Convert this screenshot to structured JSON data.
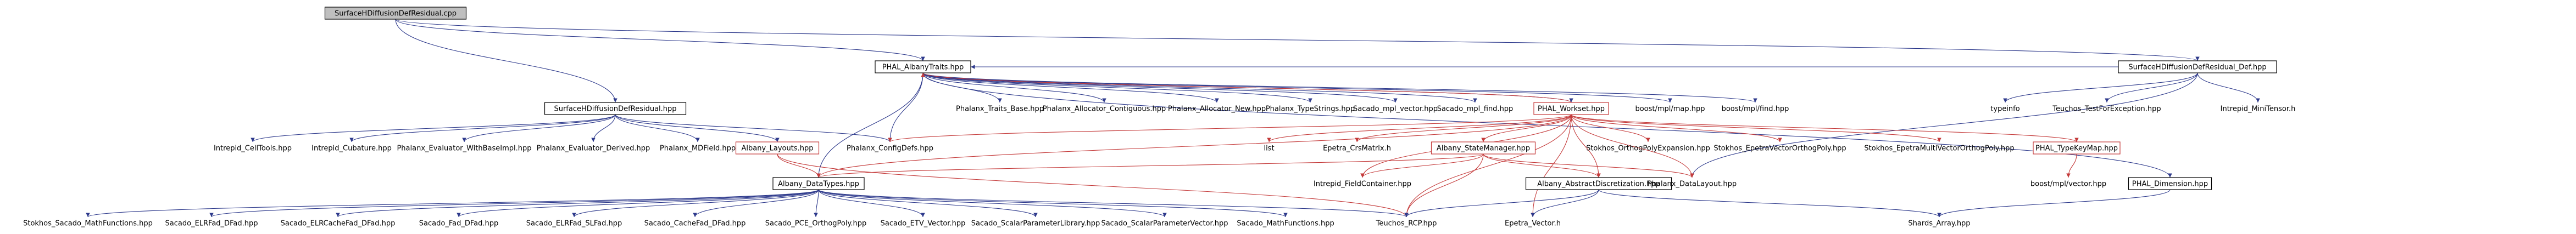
{
  "colors": {
    "edge": "#2e3a8c",
    "edge_red": "#c43a3a",
    "box_border": "#000000",
    "box_fill": "#ffffff",
    "root_fill": "#bfbfbf",
    "red_border": "#c43a3a"
  },
  "nodes": [
    {
      "id": "root",
      "label": "SurfaceHDiffusionDefResidual.cpp",
      "style": "root"
    },
    {
      "id": "phal_albany",
      "label": "PHAL_AlbanyTraits.hpp",
      "style": "normal"
    },
    {
      "id": "surf_def_hpp",
      "label": "SurfaceHDiffusionDefResidual_Def.hpp",
      "style": "normal"
    },
    {
      "id": "surf_hpp",
      "label": "SurfaceHDiffusionDefResidual.hpp",
      "style": "normal"
    },
    {
      "id": "phx_traits",
      "label": "Phalanx_Traits_Base.hpp",
      "style": "plain"
    },
    {
      "id": "phx_alloc_contig",
      "label": "Phalanx_Allocator_Contiguous.hpp",
      "style": "plain"
    },
    {
      "id": "phx_alloc_new",
      "label": "Phalanx_Allocator_New.hpp",
      "style": "plain"
    },
    {
      "id": "phx_typestrings",
      "label": "Phalanx_TypeStrings.hpp",
      "style": "plain"
    },
    {
      "id": "sacado_mpl_vector",
      "label": "Sacado_mpl_vector.hpp",
      "style": "plain"
    },
    {
      "id": "sacado_mpl_find",
      "label": "Sacado_mpl_find.hpp",
      "style": "plain"
    },
    {
      "id": "phal_workset",
      "label": "PHAL_Workset.hpp",
      "style": "red"
    },
    {
      "id": "boost_mpl_map",
      "label": "boost/mpl/map.hpp",
      "style": "plain"
    },
    {
      "id": "boost_mpl_find",
      "label": "boost/mpl/find.hpp",
      "style": "plain"
    },
    {
      "id": "typeinfo",
      "label": "typeinfo",
      "style": "plain"
    },
    {
      "id": "teuchos_test",
      "label": "Teuchos_TestForException.hpp",
      "style": "plain"
    },
    {
      "id": "intrepid_mintensor",
      "label": "Intrepid_MiniTensor.h",
      "style": "plain"
    },
    {
      "id": "intrepid_celltools",
      "label": "Intrepid_CellTools.hpp",
      "style": "plain"
    },
    {
      "id": "intrepid_cubature",
      "label": "Intrepid_Cubature.hpp",
      "style": "plain"
    },
    {
      "id": "phx_eval_withbase",
      "label": "Phalanx_Evaluator_WithBaseImpl.hpp",
      "style": "plain"
    },
    {
      "id": "phx_eval_derived",
      "label": "Phalanx_Evaluator_Derived.hpp",
      "style": "plain"
    },
    {
      "id": "phx_mdfield",
      "label": "Phalanx_MDField.hpp",
      "style": "plain"
    },
    {
      "id": "albany_layouts",
      "label": "Albany_Layouts.hpp",
      "style": "red"
    },
    {
      "id": "phx_configdefs",
      "label": "Phalanx_ConfigDefs.hpp",
      "style": "plain"
    },
    {
      "id": "list",
      "label": "list",
      "style": "plain"
    },
    {
      "id": "epetra_crsmatrix",
      "label": "Epetra_CrsMatrix.h",
      "style": "plain"
    },
    {
      "id": "albany_statemgr",
      "label": "Albany_StateManager.hpp",
      "style": "red"
    },
    {
      "id": "stok_ortho",
      "label": "Stokhos_OrthogPolyExpansion.hpp",
      "style": "plain"
    },
    {
      "id": "stok_epetra_vec",
      "label": "Stokhos_EpetraVectorOrthogPoly.hpp",
      "style": "plain"
    },
    {
      "id": "stok_epetra_mv",
      "label": "Stokhos_EpetraMultiVectorOrthogPoly.hpp",
      "style": "plain"
    },
    {
      "id": "phal_typekeymap",
      "label": "PHAL_TypeKeyMap.hpp",
      "style": "red"
    },
    {
      "id": "albany_datatypes",
      "label": "Albany_DataTypes.hpp",
      "style": "normal"
    },
    {
      "id": "intrepid_fieldcont",
      "label": "Intrepid_FieldContainer.hpp",
      "style": "plain"
    },
    {
      "id": "albany_abstract",
      "label": "Albany_AbstractDiscretization.hpp",
      "style": "normal"
    },
    {
      "id": "phx_datalayout",
      "label": "Phalanx_DataLayout.hpp",
      "style": "plain"
    },
    {
      "id": "boost_mpl_vector",
      "label": "boost/mpl/vector.hpp",
      "style": "plain"
    },
    {
      "id": "phal_dimension",
      "label": "PHAL_Dimension.hpp",
      "style": "normal"
    },
    {
      "id": "stok_sacado_math",
      "label": "Stokhos_Sacado_MathFunctions.hpp",
      "style": "plain"
    },
    {
      "id": "sacado_elrfad_dfad",
      "label": "Sacado_ELRFad_DFad.hpp",
      "style": "plain"
    },
    {
      "id": "sacado_elrcachefad_dfad",
      "label": "Sacado_ELRCacheFad_DFad.hpp",
      "style": "plain"
    },
    {
      "id": "sacado_fad_dfad",
      "label": "Sacado_Fad_DFad.hpp",
      "style": "plain"
    },
    {
      "id": "sacado_elrfad_slfad",
      "label": "Sacado_ELRFad_SLFad.hpp",
      "style": "plain"
    },
    {
      "id": "sacado_cachefad_dfad",
      "label": "Sacado_CacheFad_DFad.hpp",
      "style": "plain"
    },
    {
      "id": "sacado_pce",
      "label": "Sacado_PCE_OrthogPoly.hpp",
      "style": "plain"
    },
    {
      "id": "sacado_etv",
      "label": "Sacado_ETV_Vector.hpp",
      "style": "plain"
    },
    {
      "id": "sacado_scalar_lib",
      "label": "Sacado_ScalarParameterLibrary.hpp",
      "style": "plain"
    },
    {
      "id": "sacado_scalar_vec",
      "label": "Sacado_ScalarParameterVector.hpp",
      "style": "plain"
    },
    {
      "id": "sacado_math",
      "label": "Sacado_MathFunctions.hpp",
      "style": "plain"
    },
    {
      "id": "teuchos_rcp",
      "label": "Teuchos_RCP.hpp",
      "style": "plain"
    },
    {
      "id": "epetra_vector",
      "label": "Epetra_Vector.h",
      "style": "plain"
    },
    {
      "id": "shards_array",
      "label": "Shards_Array.hpp",
      "style": "plain"
    }
  ],
  "edges": [
    [
      "root",
      "phal_albany"
    ],
    [
      "root",
      "surf_def_hpp"
    ],
    [
      "root",
      "surf_hpp"
    ],
    [
      "phal_albany",
      "phx_traits"
    ],
    [
      "phal_albany",
      "phx_alloc_contig"
    ],
    [
      "phal_albany",
      "phx_alloc_new"
    ],
    [
      "phal_albany",
      "phx_typestrings"
    ],
    [
      "phal_albany",
      "sacado_mpl_vector"
    ],
    [
      "phal_albany",
      "sacado_mpl_find"
    ],
    [
      "phal_albany",
      "phal_workset"
    ],
    [
      "phal_albany",
      "boost_mpl_map"
    ],
    [
      "phal_albany",
      "boost_mpl_find"
    ],
    [
      "phal_albany",
      "albany_datatypes"
    ],
    [
      "phal_albany",
      "phx_configdefs"
    ],
    [
      "phal_albany",
      "phal_dimension"
    ],
    [
      "surf_def_hpp",
      "typeinfo"
    ],
    [
      "surf_def_hpp",
      "teuchos_test"
    ],
    [
      "surf_def_hpp",
      "intrepid_mintensor"
    ],
    [
      "surf_def_hpp",
      "phx_datalayout"
    ],
    [
      "surf_def_hpp",
      "phal_albany"
    ],
    [
      "surf_hpp",
      "intrepid_celltools"
    ],
    [
      "surf_hpp",
      "intrepid_cubature"
    ],
    [
      "surf_hpp",
      "phx_eval_withbase"
    ],
    [
      "surf_hpp",
      "phx_eval_derived"
    ],
    [
      "surf_hpp",
      "phx_mdfield"
    ],
    [
      "surf_hpp",
      "albany_layouts"
    ],
    [
      "surf_hpp",
      "phx_configdefs"
    ],
    [
      "albany_layouts",
      "albany_datatypes",
      "red"
    ],
    [
      "albany_layouts",
      "teuchos_rcp",
      "red"
    ],
    [
      "phal_workset",
      "phx_configdefs",
      "red"
    ],
    [
      "phal_workset",
      "list",
      "red"
    ],
    [
      "phal_workset",
      "epetra_crsmatrix",
      "red"
    ],
    [
      "phal_workset",
      "albany_statemgr",
      "red"
    ],
    [
      "phal_workset",
      "stok_ortho",
      "red"
    ],
    [
      "phal_workset",
      "stok_epetra_vec",
      "red"
    ],
    [
      "phal_workset",
      "stok_epetra_mv",
      "red"
    ],
    [
      "phal_workset",
      "phal_typekeymap",
      "red"
    ],
    [
      "phal_workset",
      "albany_datatypes",
      "red"
    ],
    [
      "phal_workset",
      "intrepid_fieldcont",
      "red"
    ],
    [
      "phal_workset",
      "albany_abstract",
      "red"
    ],
    [
      "phal_workset",
      "phx_datalayout",
      "red"
    ],
    [
      "phal_workset",
      "teuchos_rcp",
      "red"
    ],
    [
      "phal_workset",
      "epetra_vector",
      "red"
    ],
    [
      "phal_workset",
      "phal_albany",
      "red"
    ],
    [
      "albany_statemgr",
      "albany_datatypes",
      "red"
    ],
    [
      "albany_statemgr",
      "intrepid_fieldcont",
      "red"
    ],
    [
      "albany_statemgr",
      "albany_abstract",
      "red"
    ],
    [
      "albany_statemgr",
      "teuchos_rcp",
      "red"
    ],
    [
      "albany_statemgr",
      "phx_datalayout",
      "red"
    ],
    [
      "phal_typekeymap",
      "boost_mpl_vector",
      "red"
    ],
    [
      "albany_abstract",
      "teuchos_rcp"
    ],
    [
      "albany_abstract",
      "epetra_vector"
    ],
    [
      "albany_abstract",
      "shards_array"
    ],
    [
      "phal_dimension",
      "shards_array"
    ],
    [
      "albany_datatypes",
      "stok_sacado_math"
    ],
    [
      "albany_datatypes",
      "sacado_elrfad_dfad"
    ],
    [
      "albany_datatypes",
      "sacado_elrcachefad_dfad"
    ],
    [
      "albany_datatypes",
      "sacado_fad_dfad"
    ],
    [
      "albany_datatypes",
      "sacado_elrfad_slfad"
    ],
    [
      "albany_datatypes",
      "sacado_cachefad_dfad"
    ],
    [
      "albany_datatypes",
      "sacado_pce"
    ],
    [
      "albany_datatypes",
      "sacado_etv"
    ],
    [
      "albany_datatypes",
      "sacado_scalar_lib"
    ],
    [
      "albany_datatypes",
      "sacado_scalar_vec"
    ],
    [
      "albany_datatypes",
      "sacado_math"
    ],
    [
      "albany_datatypes",
      "teuchos_rcp"
    ]
  ]
}
